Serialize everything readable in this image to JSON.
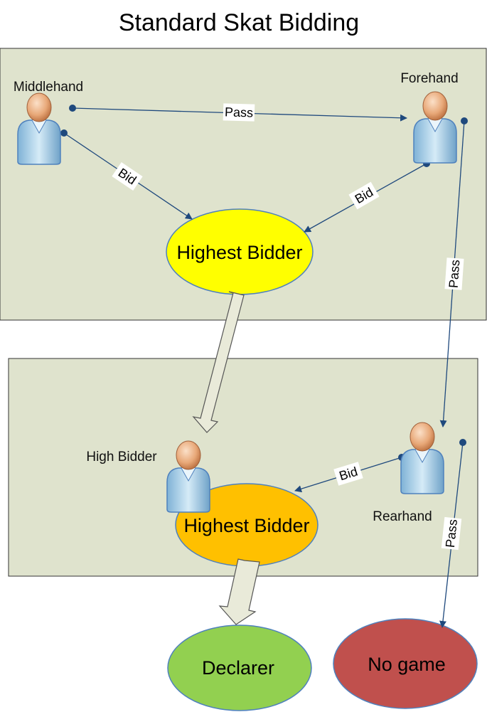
{
  "title": "Standard Skat Bidding",
  "colors": {
    "panel": "#dfe3cd",
    "panel_stroke": "#333333",
    "highest_bidder_1": "#ffff00",
    "highest_bidder_2": "#ffc000",
    "declarer": "#92d050",
    "no_game": "#c0504d",
    "connector": "#1f497d"
  },
  "players": {
    "middlehand": "Middlehand",
    "forehand": "Forehand",
    "high_bidder": "High Bidder",
    "rearhand": "Rearhand"
  },
  "nodes": {
    "highest_bidder_top": "Highest Bidder",
    "highest_bidder_bottom": "Highest Bidder",
    "declarer": "Declarer",
    "no_game": "No game"
  },
  "edges": {
    "middle_to_fore": "Pass",
    "middle_to_highest": "Bid",
    "fore_to_highest": "Bid",
    "fore_to_rear": "Pass",
    "rear_to_highest": "Bid",
    "rear_to_nogame": "Pass"
  }
}
